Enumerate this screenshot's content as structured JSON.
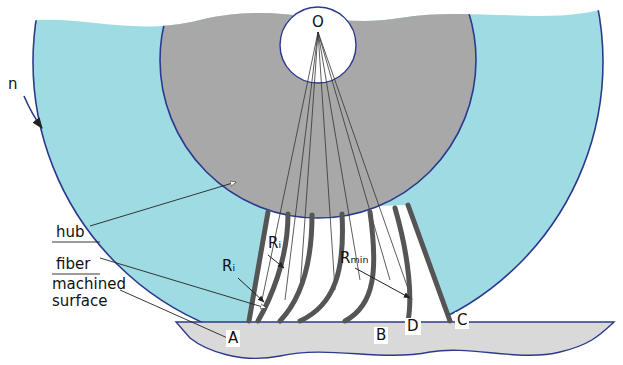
{
  "diagram": {
    "labels": [
      "O",
      "n",
      "hub",
      "fiber",
      "machined surface",
      "A",
      "B",
      "D",
      "C",
      "Rᵢ",
      "Rᵢ",
      "Rₘᵢₙ"
    ]
  }
}
